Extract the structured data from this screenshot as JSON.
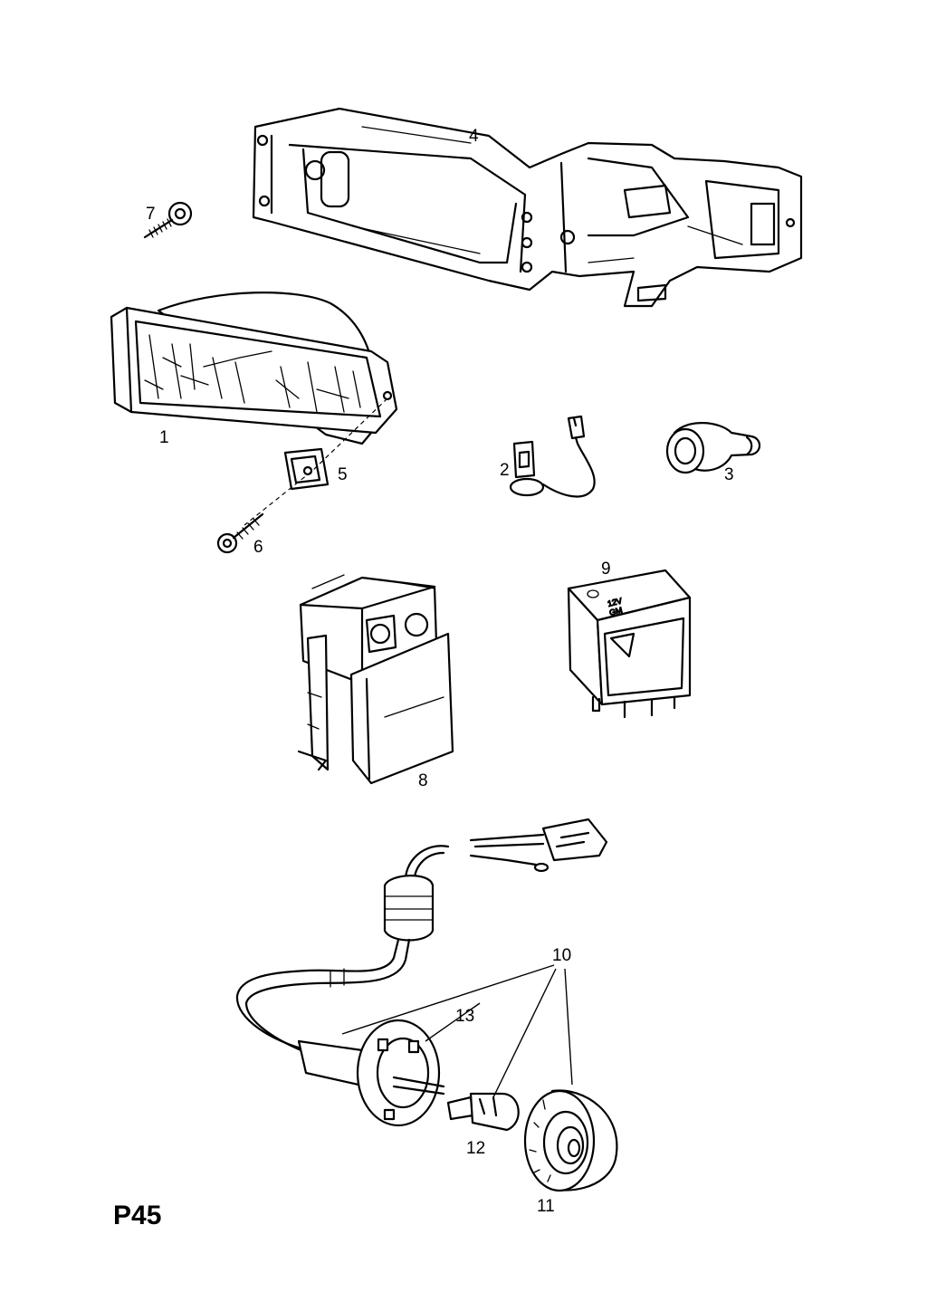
{
  "page_code": "P45",
  "callouts": {
    "c1": "1",
    "c2": "2",
    "c3": "3",
    "c4": "4",
    "c5": "5",
    "c6": "6",
    "c7": "7",
    "c8": "8",
    "c9": "9",
    "c10": "10",
    "c11": "11",
    "c12": "12",
    "c13": "13"
  },
  "relay_marking": {
    "line1": "12V",
    "line2": "GM"
  }
}
